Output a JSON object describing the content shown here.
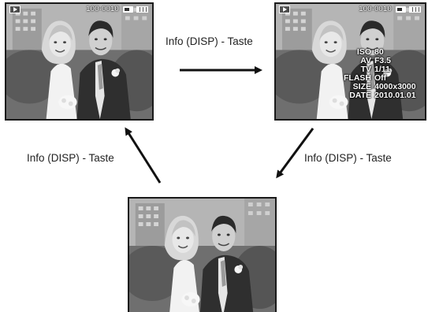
{
  "screens": {
    "top_left": {
      "file_number": "100-0010"
    },
    "top_right": {
      "file_number": "100-0010",
      "info": [
        {
          "key": "ISO",
          "value": "80"
        },
        {
          "key": "AV",
          "value": "F3.5"
        },
        {
          "key": "TV",
          "value": "1/11"
        },
        {
          "key": "FLASH",
          "value": "Off"
        },
        {
          "key": "SIZE",
          "value": "4000x3000"
        },
        {
          "key": "DATE",
          "value": "2010.01.01"
        }
      ]
    }
  },
  "captions": {
    "top": "Info (DISP) - Taste",
    "right": "Info (DISP) - Taste",
    "left": "Info (DISP) - Taste"
  },
  "icons": [
    "play-icon",
    "memory-card-icon",
    "battery-icon",
    "arrow-icon"
  ],
  "colors": {
    "screen_border": "#1a1a1a",
    "arrow": "#111111",
    "overlay_text": "#ffffff"
  }
}
